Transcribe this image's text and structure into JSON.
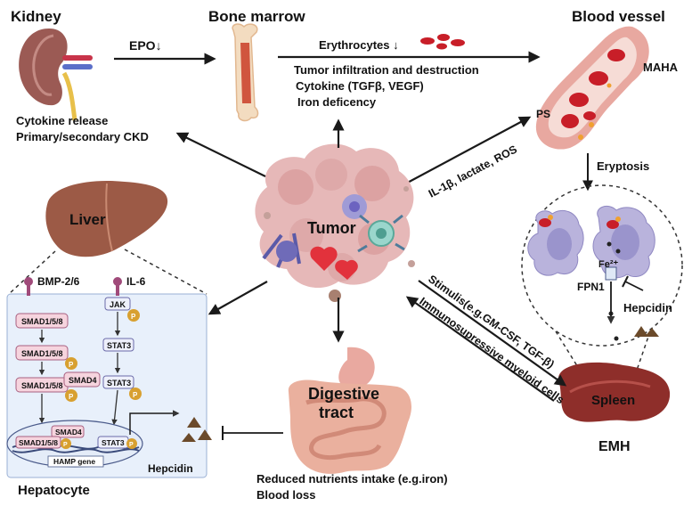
{
  "organs": {
    "kidney": "Kidney",
    "bone_marrow": "Bone marrow",
    "blood_vessel": "Blood vessel",
    "liver": "Liver",
    "tumor": "Tumor",
    "digestive_tract_line1": "Digestive",
    "digestive_tract_line2": "tract",
    "spleen": "Spleen",
    "hepatocyte": "Hepatocyte"
  },
  "labels": {
    "epo": "EPO↓",
    "erythrocytes": "Erythrocytes ↓",
    "marrow_effects": [
      "Tumor infiltration and  destruction",
      "Cytokine (TGFβ, VEGF)",
      "Iron deficency"
    ],
    "kidney_effects": [
      "Cytokine release",
      "Primary/secondary CKD"
    ],
    "maha": "MAHA",
    "ps": "PS",
    "tumor_to_vessel": "IL-1β, lactate, ROS",
    "eryptosis": "Eryptosis",
    "iron": "Fe²⁺",
    "fpn1": "FPN1",
    "hepcidin_spleen": "Hepcidin",
    "stimulus": "Stimulis(e.g.GM-CSF, TGF-β)",
    "myeloid": "Immunosupressive myeloid cells",
    "emh": "EMH",
    "digestive_effects": [
      "Reduced nutrients intake (e.g.iron)",
      "Blood loss"
    ],
    "hepcidin_liver": "Hepcidin"
  },
  "pathway": {
    "bmp": "BMP-2/6",
    "il6": "IL-6",
    "smad_1": "SMAD1/5/8",
    "smad_2": "SMAD1/5/8",
    "smad_3": "SMAD1/5/8",
    "smad4_1": "SMAD4",
    "smad_nucleus": "SMAD1/5/8",
    "smad4_nucleus": "SMAD4",
    "jak": "JAK",
    "stat3_1": "STAT3",
    "stat3_2": "STAT3",
    "stat3_nucleus": "STAT3",
    "hamp_gene": "HAMP gene",
    "phospho": "P"
  },
  "colors": {
    "kidney": "#9b5a54",
    "liver": "#9c5a46",
    "spleen": "#8e2e2a",
    "vessel": "#e8a8a0",
    "rbc": "#c81e28",
    "tumor": "#e6b8b8",
    "macrophage": "#b9b3dc",
    "panel_bg": "#e8f0fb",
    "smad_box": "#f6d4de",
    "phospho": "#d8a030",
    "arrow": "#1a1a1a"
  }
}
